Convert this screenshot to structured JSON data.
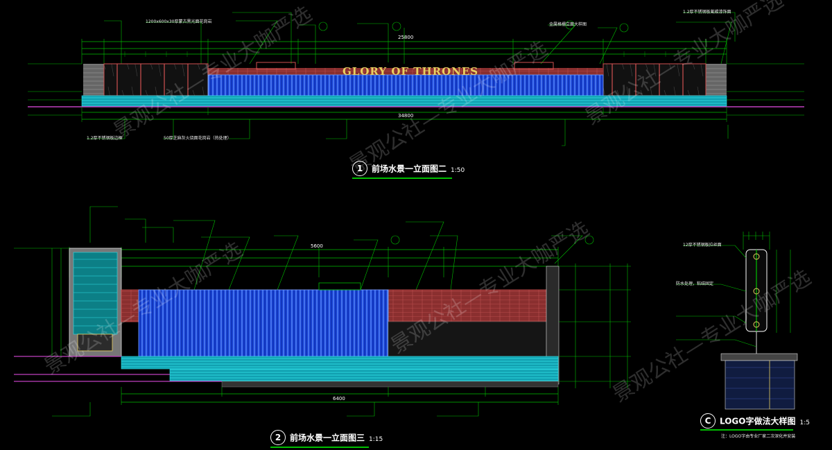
{
  "drawings": {
    "elev_two": {
      "number": "1",
      "title": "前场水景一立面图二",
      "scale": "1:50",
      "logo_text": "GLORY OF THRONES"
    },
    "elev_three": {
      "number": "2",
      "title": "前场水景一立面图三",
      "scale": "1:15"
    },
    "logo_detail": {
      "letter": "C",
      "title": "LOGO字做法大样图",
      "scale": "1:5",
      "footnote": "注：LOGO字由专业厂家二次深化并安装"
    }
  },
  "dimensions": {
    "elev_two_top": "25800",
    "elev_two_bottom": "34800",
    "elev_three_top": "5600",
    "elev_three_bottom": "6400"
  },
  "notes": {
    "top_1": "1.2厚不锈钢板氟碳漆饰面",
    "top_2": "1200x600x30厚蒙古黑光面花岗岩",
    "top_3": "金属格栅立面大样图",
    "bot_1": "50厚芝麻灰火烧面花岗岩（热处理）",
    "bot_2": "1.2厚不锈钢板边框",
    "ld_1": "12厚不锈钢板拉丝面",
    "ld_2": "防水处理，粘结固定"
  },
  "watermark": "景观公社—专业大咖严选",
  "colors": {
    "line": "#00c000",
    "water": "#2060f0",
    "stone": "#b04040",
    "panel": "#e8d060"
  }
}
